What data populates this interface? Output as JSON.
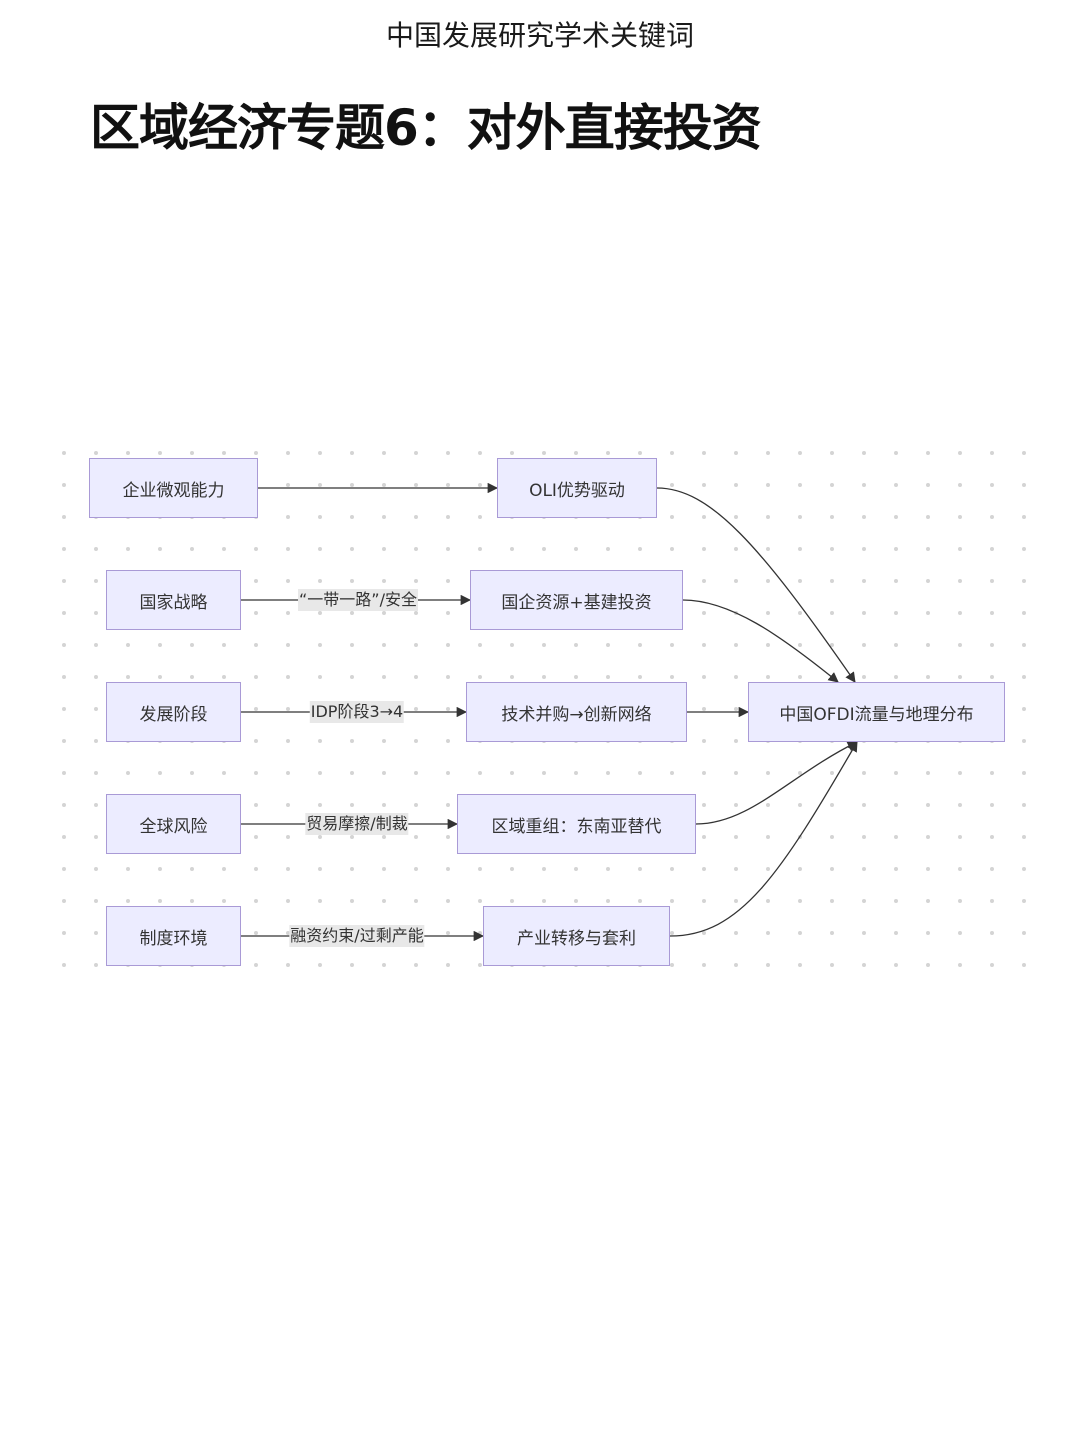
{
  "header": {
    "text": "中国发展研究学术关键词"
  },
  "title": "区域经济专题6：对外直接投资",
  "diagram": {
    "nodes": {
      "firm": "企业微观能力",
      "oli": "OLI优势驱动",
      "state": "国家战略",
      "soe": "国企资源+基建投资",
      "stage": "发展阶段",
      "tech": "技术并购→创新网络",
      "target": "中国OFDI流量与地理分布",
      "risk": "全球风险",
      "region": "区域重组：东南亚替代",
      "inst": "制度环境",
      "transfer": "产业转移与套利"
    },
    "edge_labels": {
      "state_soe": "“一带一路”/安全",
      "stage_tech": "IDP阶段3→4",
      "risk_region": "贸易摩擦/制裁",
      "inst_transfer": "融资约束/过剩产能"
    },
    "colors": {
      "node_fill": "#ececff",
      "node_border": "#a99ad6",
      "edge": "#333333",
      "label_bg": "#e8e8e8",
      "dot": "#d4d4d4"
    }
  }
}
